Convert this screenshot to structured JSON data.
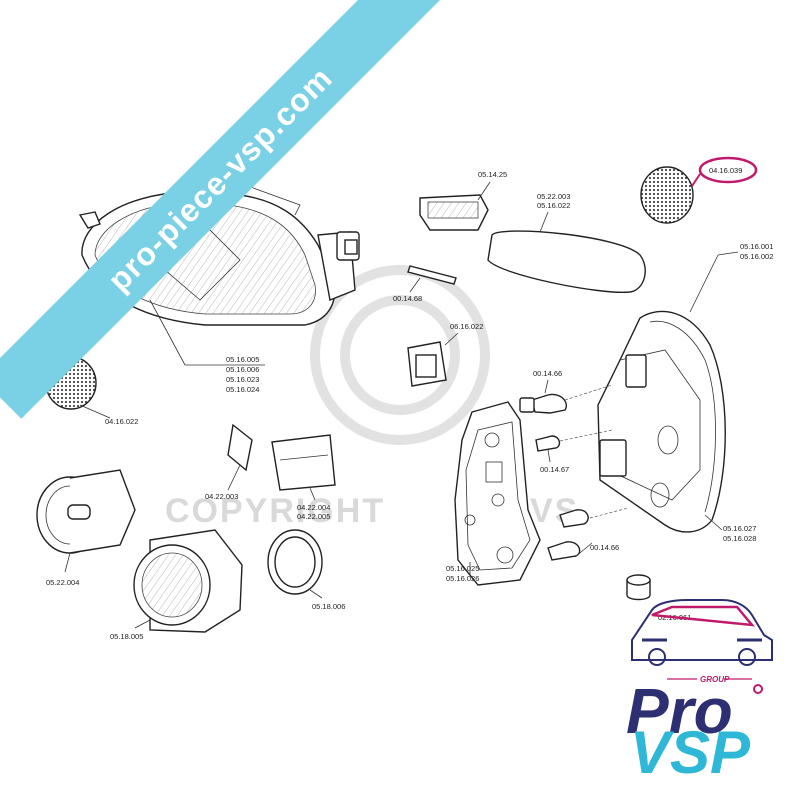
{
  "watermark": {
    "site_banner": "pro-piece-vsp.com",
    "copyright_text": "COPYRIGHT",
    "copyright_text_tail": "VS"
  },
  "labels": {
    "headlamp": [
      "05.16.005",
      "05.16.006",
      "05.16.023",
      "05.16.024"
    ],
    "reflector_left": "04.16.022",
    "bracket_left": "04.22.003",
    "bracket_right": [
      "04.22.004",
      "04.22.005"
    ],
    "fog_light_small": "05.22.004",
    "fog_light_large": "05.18.005",
    "seal_ring": "05.18.006",
    "switch": "05.14.25",
    "third_brake_lens": [
      "05.22.003",
      "05.16.022"
    ],
    "pin": "00.14.68",
    "connector": "06.16.022",
    "reflector_right": "04.16.039",
    "tail_lamp": [
      "05.16.001",
      "05.16.002"
    ],
    "bulb_top": "00.14.66",
    "bulb_mid": "00.14.67",
    "bulb_bottom": "00.14.66",
    "bulb_holder": [
      "05.16.025",
      "05.16.026"
    ],
    "tail_lamp_lower": [
      "05.16.027",
      "05.16.028"
    ],
    "cap": "02.16.061"
  },
  "logo": {
    "group": "GROUP",
    "pro": "Pro",
    "vsp": "VSP"
  },
  "colors": {
    "banner": "#7ad0e4",
    "highlight": "#c21a6b",
    "logo_dark": "#2d2f73",
    "logo_light": "#2eb7d6"
  }
}
